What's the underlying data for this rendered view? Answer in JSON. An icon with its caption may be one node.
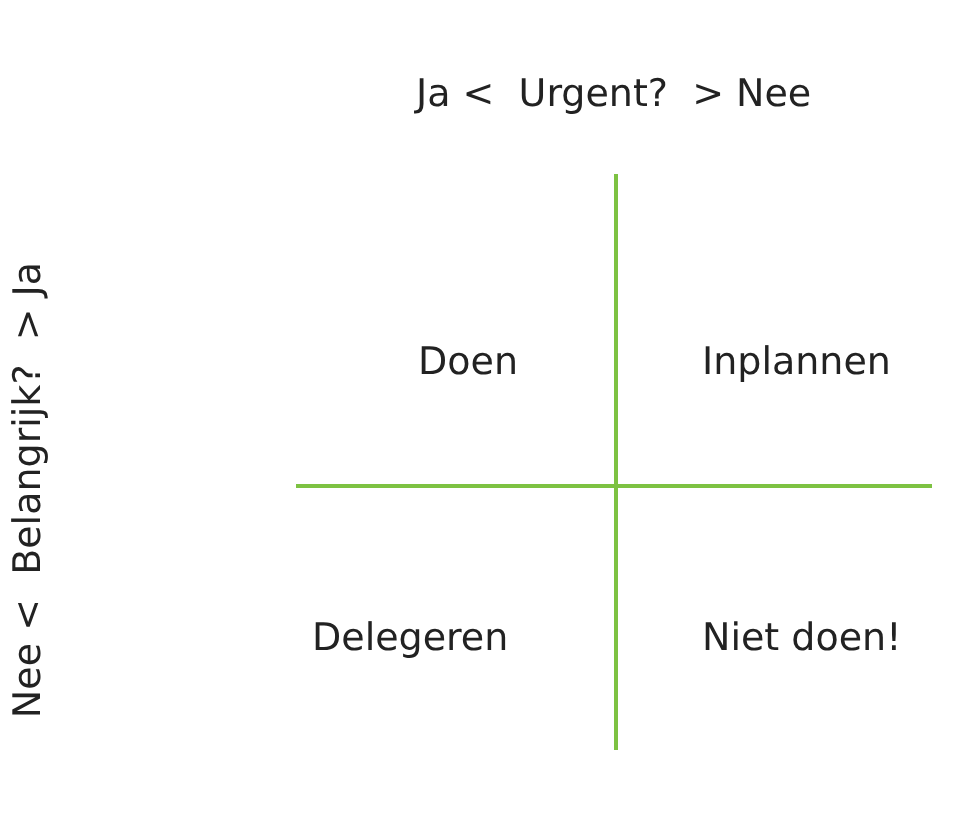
{
  "diagram": {
    "labels": [
      "Ja <  Urgent?  > Nee",
      "Nee <  Belangrijk?  > Ja",
      "Doen",
      "Inplannen",
      "Delegeren",
      "Niet doen!"
    ]
  }
}
